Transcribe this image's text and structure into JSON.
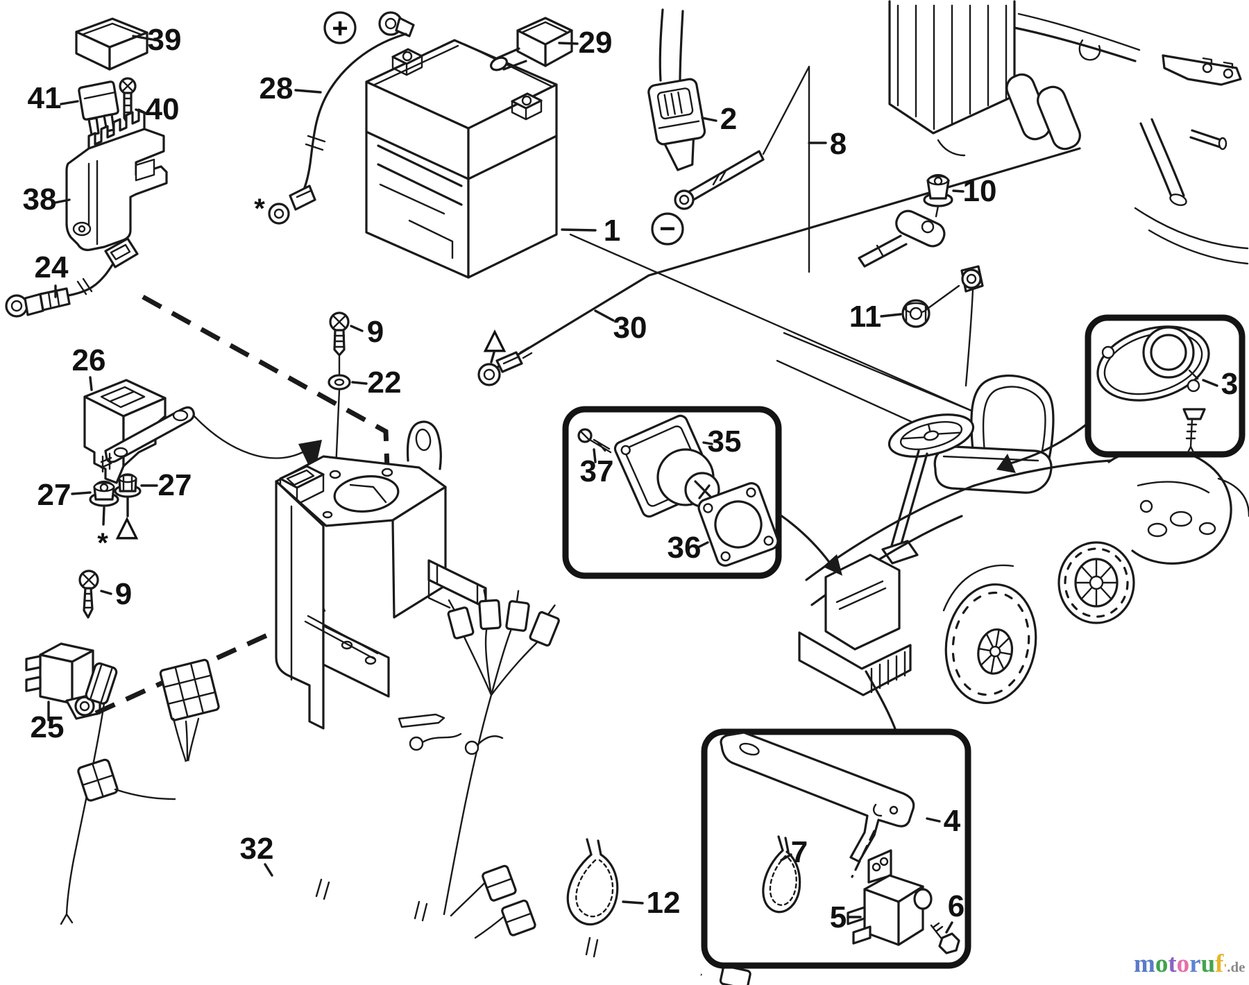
{
  "page": {
    "background": "#ffffff",
    "ink": "#1a1a1a"
  },
  "diagram": {
    "kind": "exploded-parts-diagram",
    "subject": "rider mower electrical parts (battery, cables, harness, relays, switches)"
  },
  "callouts": [
    {
      "label": "39"
    },
    {
      "label": "41"
    },
    {
      "label": "40"
    },
    {
      "label": "38"
    },
    {
      "label": "24"
    },
    {
      "label": "28"
    },
    {
      "label": "29"
    },
    {
      "label": "2"
    },
    {
      "label": "1"
    },
    {
      "label": "8"
    },
    {
      "label": "10"
    },
    {
      "label": "11"
    },
    {
      "label": "30"
    },
    {
      "label": "3"
    },
    {
      "label": "9"
    },
    {
      "label": "22"
    },
    {
      "label": "26"
    },
    {
      "label": "27"
    },
    {
      "label": "27"
    },
    {
      "label": "9"
    },
    {
      "label": "25"
    },
    {
      "label": "32"
    },
    {
      "label": "12"
    },
    {
      "label": "35"
    },
    {
      "label": "37"
    },
    {
      "label": "36"
    },
    {
      "label": "4"
    },
    {
      "label": "7"
    },
    {
      "label": "5"
    },
    {
      "label": "6"
    }
  ],
  "markers": {
    "positive": "+",
    "negative": "−",
    "footnote_star": "*",
    "footnote_triangle": "△"
  },
  "logo": {
    "letters": [
      {
        "ch": "m",
        "style": "color:#5b7ac8"
      },
      {
        "ch": "o",
        "style": "color:#3fa34d"
      },
      {
        "ch": "t",
        "style": "color:#8a63c4"
      },
      {
        "ch": "o",
        "style": "color:#e76fa7"
      },
      {
        "ch": "r",
        "style": "color:#5f83d0"
      },
      {
        "ch": "u",
        "style": "color:#46a44c"
      },
      {
        "ch": "f",
        "style": "color:#e8b52e"
      },
      {
        "ch": "'",
        "style": "color:#e39127;font-size:17px"
      }
    ],
    "tld": ".de",
    "tld_color": "#8a8a8a"
  }
}
